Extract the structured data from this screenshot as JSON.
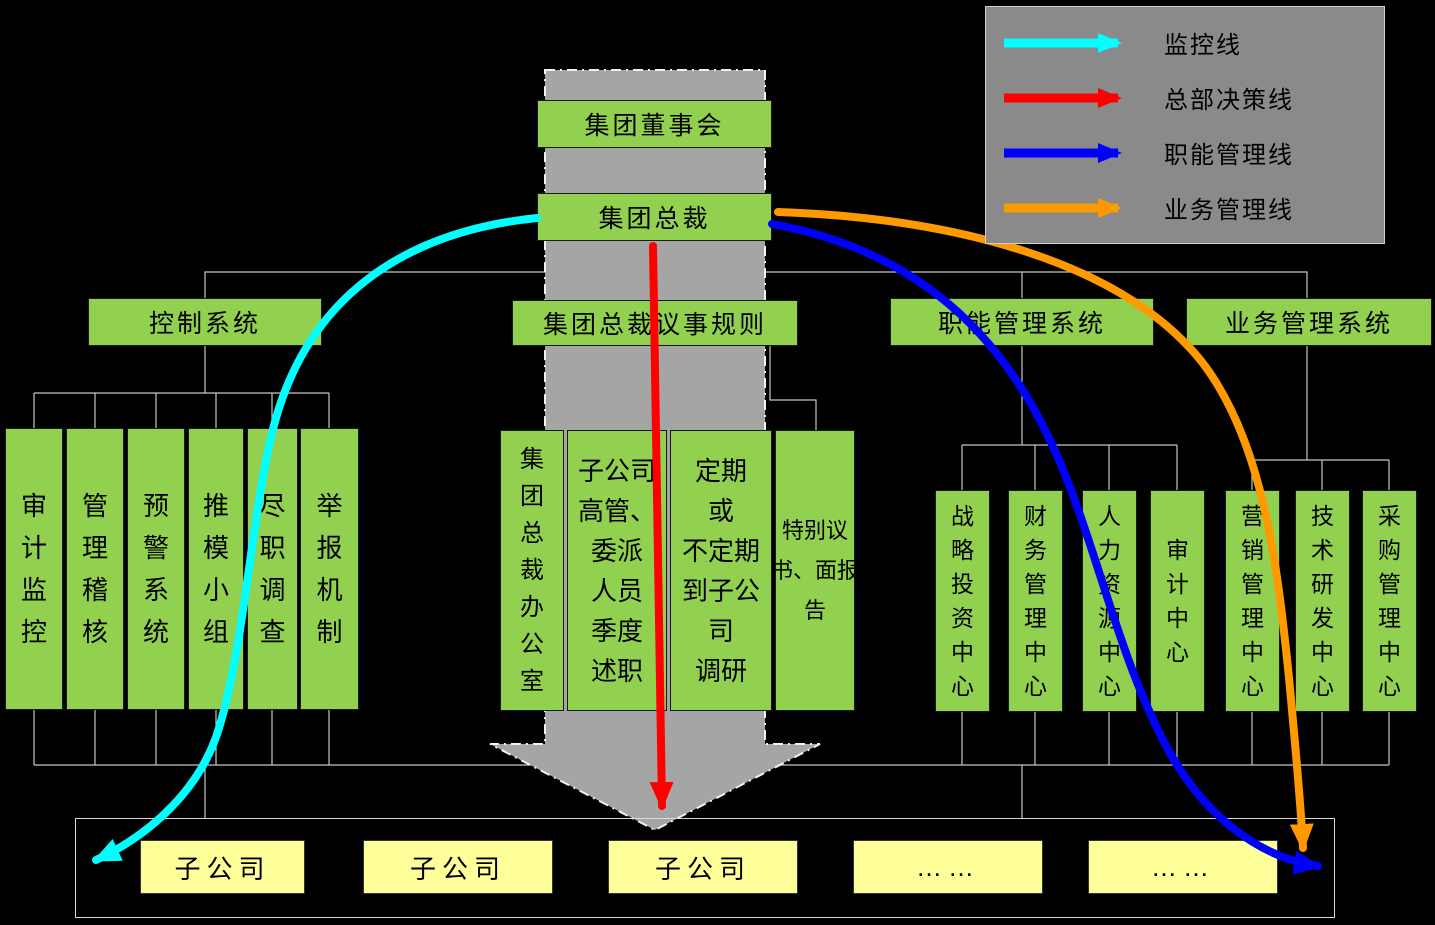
{
  "colors": {
    "monitor": "#00FFFF",
    "decision": "#FF0000",
    "functional": "#0000FF",
    "business": "#FF9900",
    "node_green": "#92D050",
    "subsidiary_yellow": "#FFFF99",
    "flow_arrow_gray": "#A5A5A5",
    "legend_bg": "#8A8A8A"
  },
  "legend": {
    "items": [
      {
        "label": "监控线",
        "color": "#00FFFF"
      },
      {
        "label": "总部决策线",
        "color": "#FF0000"
      },
      {
        "label": "职能管理线",
        "color": "#0000FF"
      },
      {
        "label": "业务管理线",
        "color": "#FF9900"
      }
    ]
  },
  "top": {
    "board": "集团董事会",
    "president": "集团总裁",
    "rules": "集团总裁议事规则"
  },
  "control": {
    "title": "控制系统",
    "children": [
      "审\n计\n监\n控",
      "管\n理\n稽\n核",
      "预\n警\n系\n统",
      "推\n模\n小\n组",
      "尽\n职\n调\n查",
      "举\n报\n机\n制"
    ]
  },
  "middle": {
    "children": [
      "集\n团\n总\n裁\n办\n公\n室",
      "子公司\n高管、\n委派\n人员\n季度\n述职",
      "定期\n或\n不定期\n到子公\n司\n调研",
      "特别议\n书、面报\n告"
    ]
  },
  "functional_sys": {
    "title": "职能管理系统",
    "children": [
      "战\n略\n投\n资\n中\n心",
      "财\n务\n管\n理\n中\n心",
      "人\n力\n资\n源\n中\n心",
      "审\n计\n中\n心"
    ]
  },
  "business_sys": {
    "title": "业务管理系统",
    "children": [
      "营\n销\n管\n理\n中\n心",
      "技\n术\n研\n发\n中\n心",
      "采\n购\n管\n理\n中\n心"
    ]
  },
  "subsidiaries": [
    "子公司",
    "子公司",
    "子公司",
    "……",
    "……"
  ]
}
